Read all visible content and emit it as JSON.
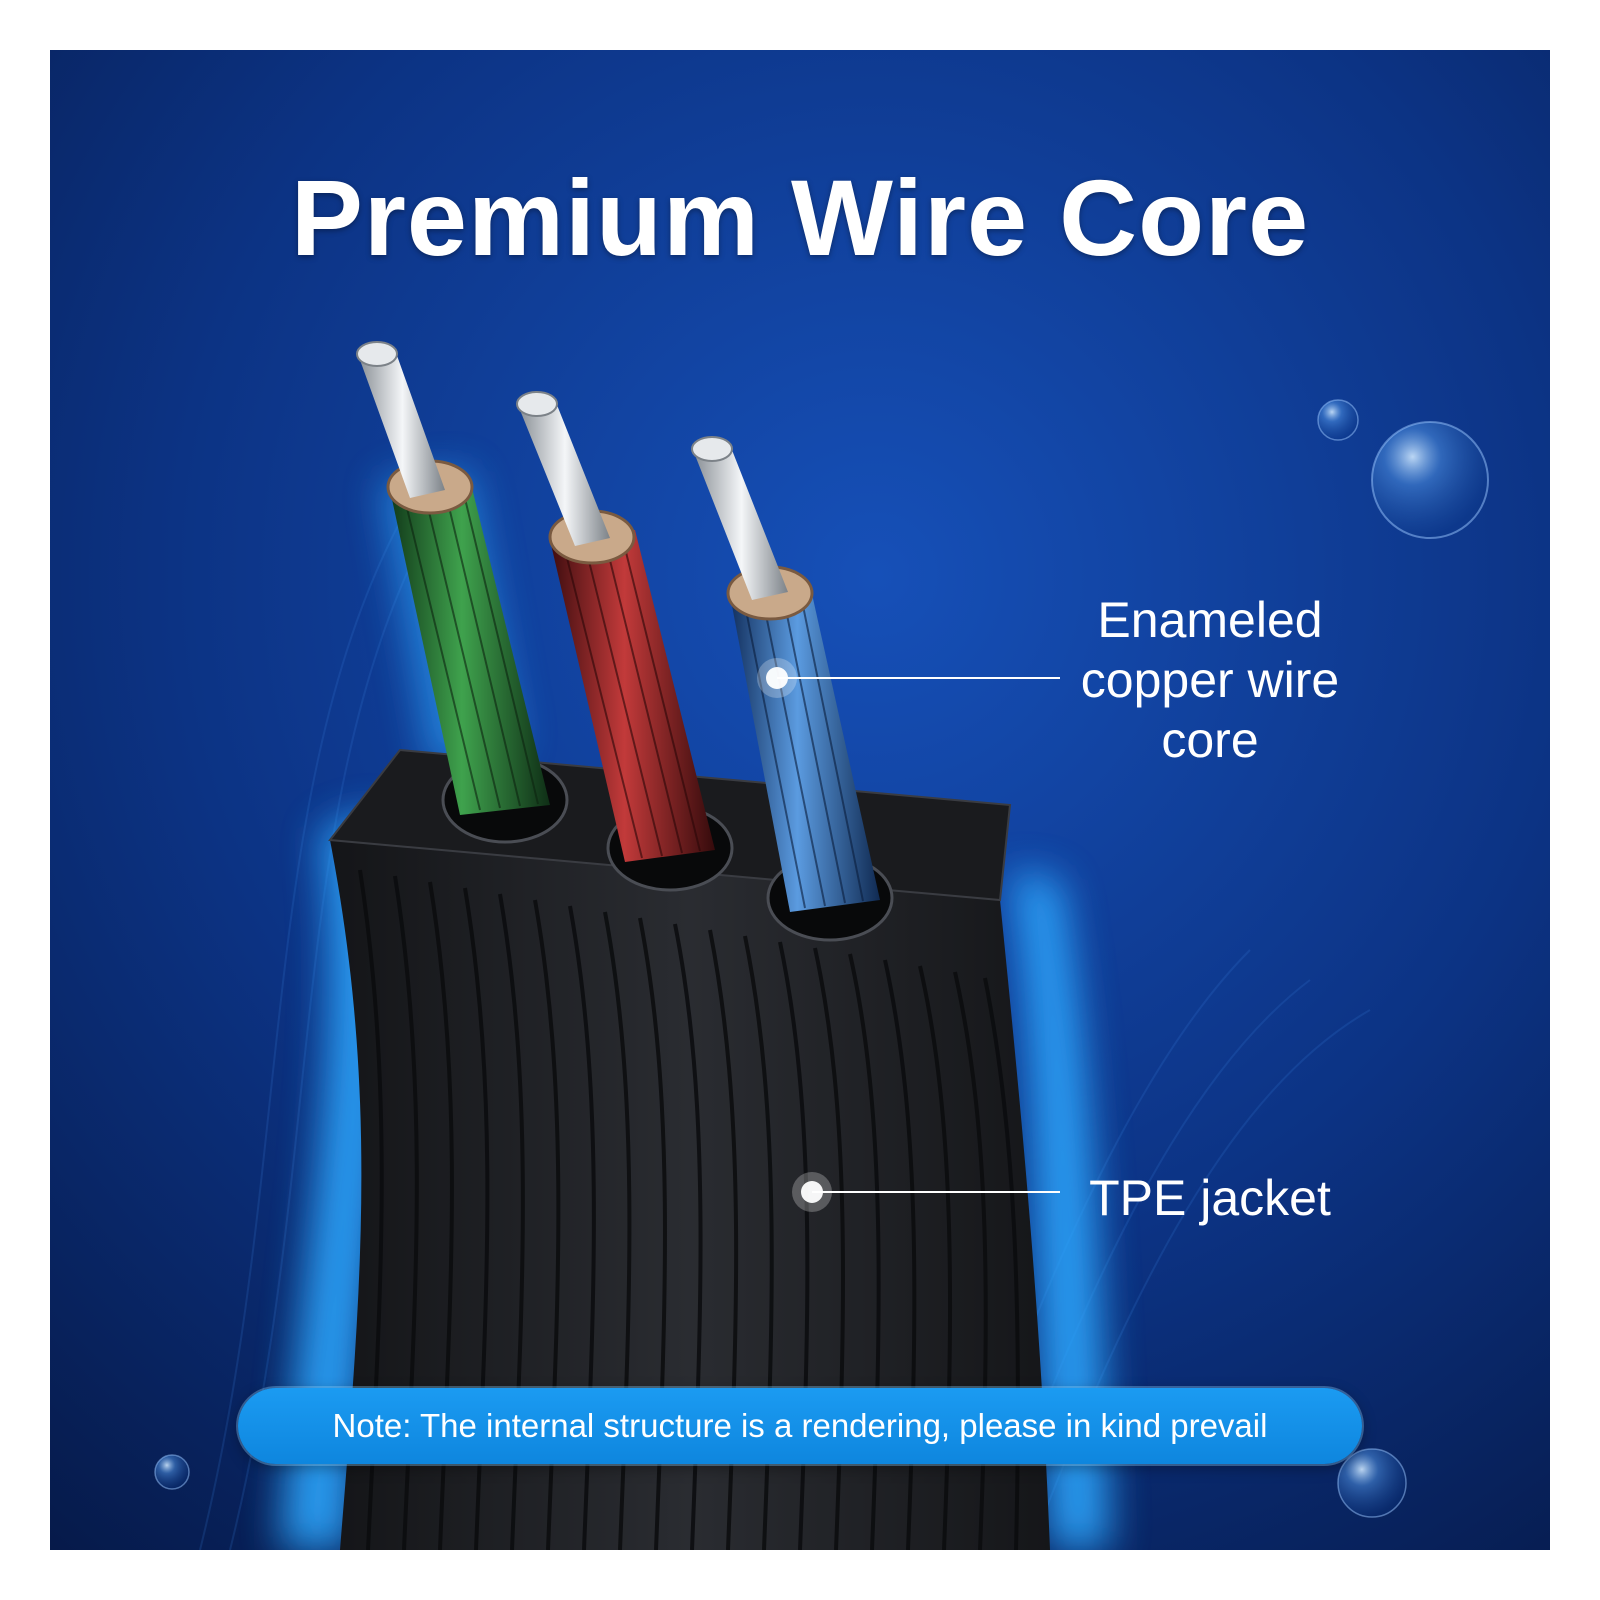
{
  "headline": "Premium Wire Core",
  "callouts": {
    "copper": "Enameled copper wire core",
    "jacket": "TPE jacket"
  },
  "note": "Note: The internal structure is a rendering, please in kind prevail",
  "colors": {
    "background": "#0a2a6e",
    "note_pill": "#1592e8",
    "wire_green": "#2f8a3c",
    "wire_red": "#b03030",
    "wire_blue": "#3f7fc8",
    "jacket": "#1e1f22",
    "glow": "#2fa8ff"
  },
  "icons": [
    "bubble-icon",
    "callout-dot-icon"
  ]
}
